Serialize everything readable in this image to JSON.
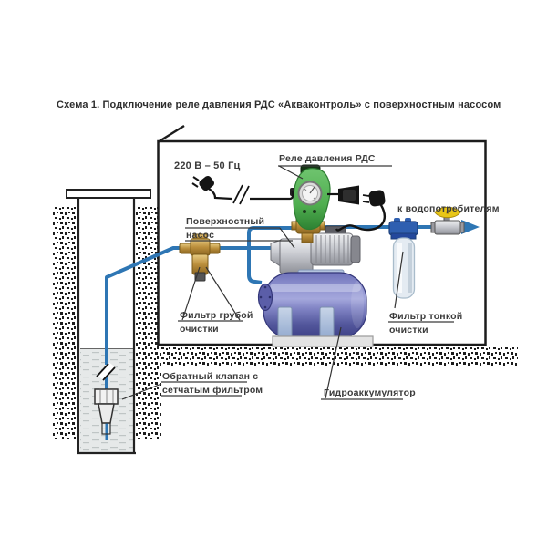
{
  "title": "Схема 1. Подключение реле давления РДС «Акваконтроль» с поверхностным насосом",
  "diagram": {
    "power_label": "220 В – 50 Гц",
    "relay_label": "Реле давления РДС",
    "consumers_label": "к водопотребителям",
    "surface_pump_label_line1": "Поверхностный",
    "surface_pump_label_line2": "насос",
    "coarse_filter_label_line1": "Фильтр грубой",
    "coarse_filter_label_line2": "очистки",
    "fine_filter_label_line1": "Фильтр тонкой",
    "fine_filter_label_line2": "очистки",
    "check_valve_label_line1": "Обратный клапан с",
    "check_valve_label_line2": "сетчатым фильтром",
    "accumulator_label": "Гидроаккумулятор"
  },
  "colors": {
    "pipe_blue": "#2e76b4",
    "relay_green": "#4fae4f",
    "brass": "#bb8f3c",
    "valve_handle_yellow": "#e8c617",
    "tank_blue": "#5a5da6",
    "filter_head_blue": "#2f5fb0",
    "outline_black": "#1c1c1c",
    "text_color": "#3b3b3b"
  }
}
